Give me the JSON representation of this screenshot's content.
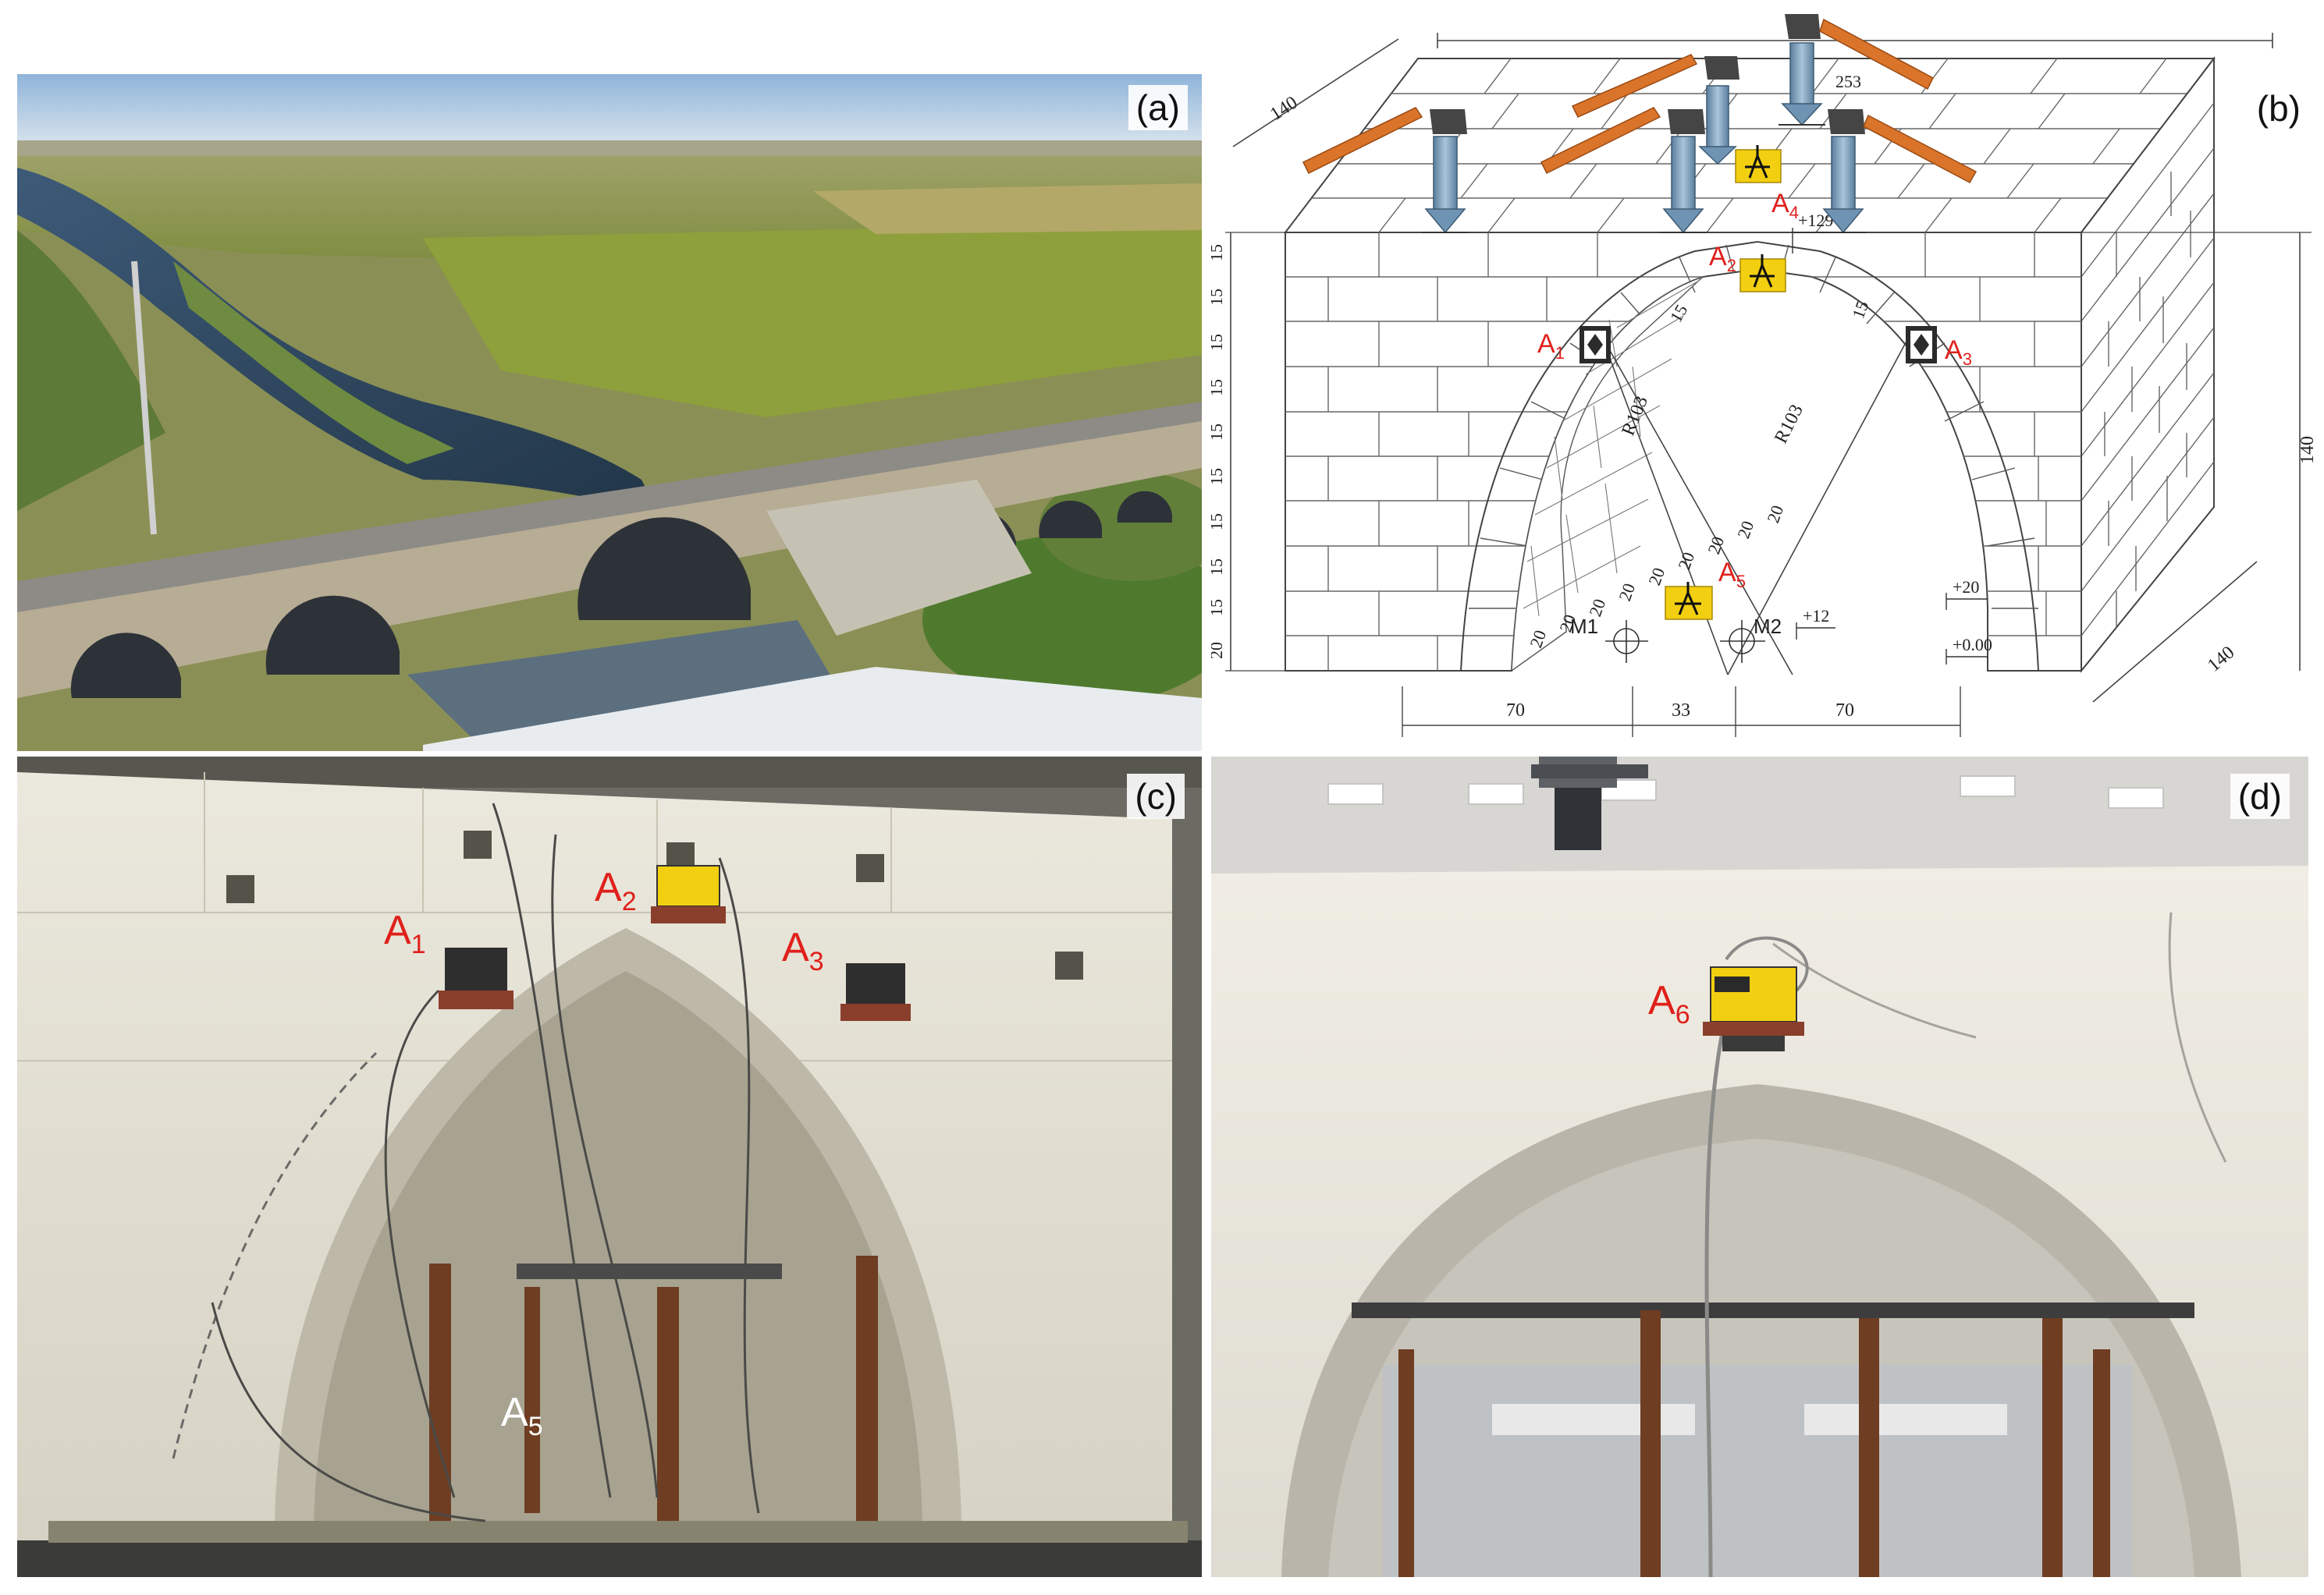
{
  "panels": {
    "a": {
      "label": "(a)"
    },
    "b": {
      "label": "(b)",
      "sensors": {
        "A1": {
          "main": "A",
          "sub": "1"
        },
        "A2": {
          "main": "A",
          "sub": "2"
        },
        "A3": {
          "main": "A",
          "sub": "3"
        },
        "A4": {
          "main": "A",
          "sub": "4"
        },
        "A5": {
          "main": "A",
          "sub": "5"
        }
      },
      "marks": {
        "m1": "M1",
        "m2": "M2"
      },
      "dims": {
        "top_len": "253",
        "depth_top": "140",
        "height_right": "140",
        "depth_bottom": "140",
        "span_left": "70",
        "span_mid": "33",
        "span_right": "70",
        "radius_left": "R103",
        "radius_right": "R103",
        "lev_129": "+129",
        "lev_20": "+20",
        "lev_12": "+12",
        "lev_0": "+0.00",
        "course_15": "15",
        "course_20": "20",
        "voussoir_15": "15"
      }
    },
    "c": {
      "label": "(c)",
      "sensors": {
        "A1": {
          "main": "A",
          "sub": "1"
        },
        "A2": {
          "main": "A",
          "sub": "2"
        },
        "A3": {
          "main": "A",
          "sub": "3"
        },
        "A5": {
          "main": "A",
          "sub": "5"
        }
      }
    },
    "d": {
      "label": "(d)",
      "sensors": {
        "A6": {
          "main": "A",
          "sub": "6"
        }
      }
    }
  },
  "colors": {
    "sensor_red": "#e0201b",
    "sensor_yellow": "#f2cf10",
    "hammer_handle": "#d9742a",
    "arrow_blue": "#7fa6c6",
    "line": "#3a3a3a"
  }
}
